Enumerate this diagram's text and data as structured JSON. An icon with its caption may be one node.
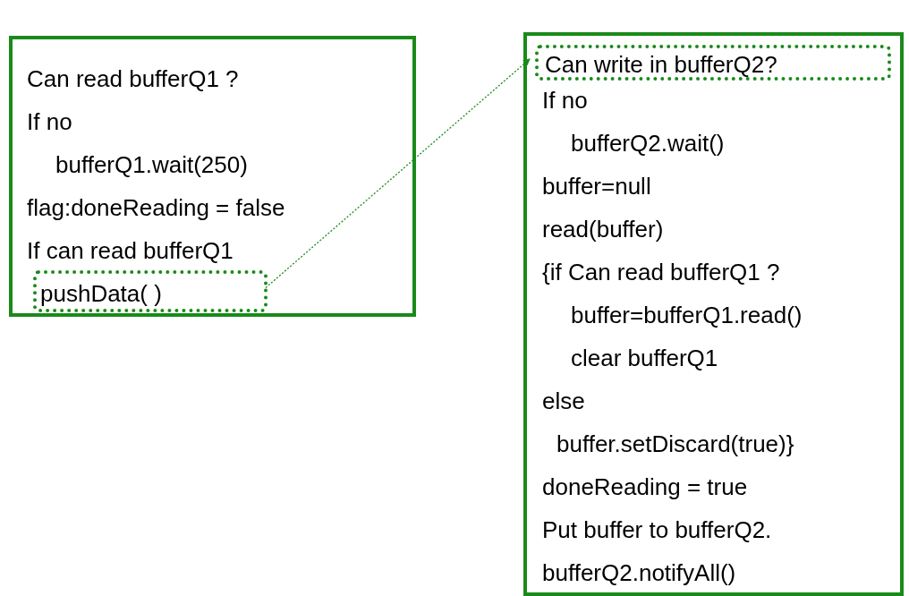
{
  "diagram": {
    "nodes": [
      {
        "text": [
          "Can read bufferQ1 ?",
          "If no",
          "bufferQ1.wait(250)",
          "flag:doneReading = false",
          "If can read bufferQ1"
        ]
      },
      {
        "text": [
          "pushData( )"
        ],
        "in": 0
      },
      {
        "text": [
          "If no",
          "bufferQ2.wait()",
          "buffer=null",
          "read(buffer)",
          "{if Can read bufferQ1 ?",
          "buffer=bufferQ1.read()",
          "clear bufferQ1",
          "else",
          "buffer.setDiscard(true)}",
          "doneReading = true",
          "Put buffer to bufferQ2.",
          "bufferQ2.notifyAll()"
        ]
      },
      {
        "text": [
          "Can write in bufferQ2?"
        ],
        "in": 2
      }
    ],
    "edges": [
      {
        "from": 1,
        "to": 3,
        "arrow": "to",
        "style": "dashed"
      }
    ]
  }
}
